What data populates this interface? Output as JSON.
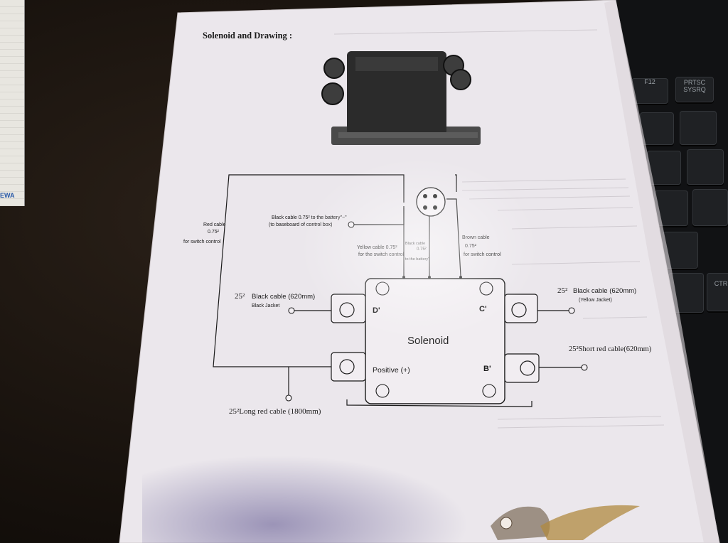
{
  "heading": "Solenoid and Drawing :",
  "solenoid_label": "Solenoid",
  "terminals": {
    "d": "D'",
    "c": "C'",
    "positive": "Positive (+)",
    "b": "B'"
  },
  "labels": {
    "red_cable": "Red cable",
    "red_cable_size": "0.75²",
    "red_cable_use": "for switch control",
    "black_cable_top": "Black   cable  0.75² to the battery\"−\"",
    "black_cable_top_sub": "(to baseboard of  control box)",
    "yellow_cable": "Yellow cable  0.75²",
    "yellow_cable_use": "for the switch control",
    "black_cable_small": "Black cable",
    "black_cable_small_size": "0.75²",
    "black_cable_small_use": "to the battery\"",
    "brown_cable": "Brown cable",
    "brown_cable_size": "0.75²",
    "brown_cable_use": "for switch control",
    "left_size": "25²",
    "left_black_cable": "Black cable  (620mm)",
    "left_black_jacket": "Black Jacket",
    "right_size": "25²",
    "right_black_cable": "Black  cable  (620mm)",
    "right_yellow_jacket": "(Yellow  Jacket)",
    "short_red_cable": "25²Short red cable(620mm)",
    "long_red_cable": "25²Long red cable (1800mm)"
  },
  "keyboard": {
    "f12": "F12",
    "prtsc": "PRTSC",
    "sysrq": "SYSRQ",
    "ctrl": "CTR"
  },
  "colors": {
    "paper": "#ece8ee",
    "ink": "#1a1a1a",
    "device": "#2b2b2b"
  }
}
